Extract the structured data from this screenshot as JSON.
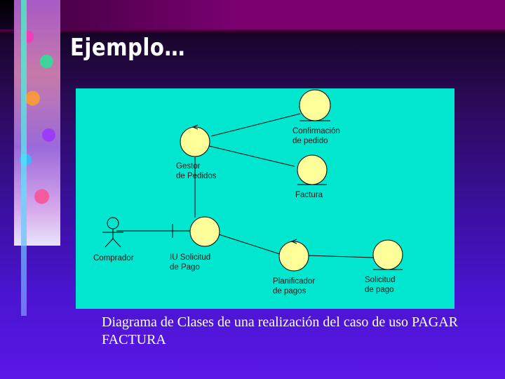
{
  "slide": {
    "title": "Ejemplo…",
    "caption": "Diagrama de Clases de una realización del caso de uso PAGAR FACTURA"
  },
  "diagram": {
    "nodes": [
      {
        "id": "confirmacion",
        "kind": "entity",
        "label": "Confirmación\nde pedido"
      },
      {
        "id": "gestor",
        "kind": "control",
        "label": "Gestor\nde Pedidos"
      },
      {
        "id": "factura",
        "kind": "entity",
        "label": "Factura"
      },
      {
        "id": "comprador",
        "kind": "actor",
        "label": "Comprador"
      },
      {
        "id": "iu",
        "kind": "boundary",
        "label": "IU Solicitud\nde Pago"
      },
      {
        "id": "planificador",
        "kind": "control",
        "label": "Planificador\nde pagos"
      },
      {
        "id": "solicitud",
        "kind": "entity",
        "label": "Solicitud\nde pago"
      }
    ],
    "edges": [
      [
        "gestor",
        "confirmacion"
      ],
      [
        "gestor",
        "factura"
      ],
      [
        "gestor",
        "iu"
      ],
      [
        "comprador",
        "iu"
      ],
      [
        "iu",
        "planificador"
      ],
      [
        "planificador",
        "solicitud"
      ]
    ]
  },
  "colors": {
    "panel": "#00e6cf",
    "title": "#ffffff",
    "caption": "#ffffff"
  }
}
